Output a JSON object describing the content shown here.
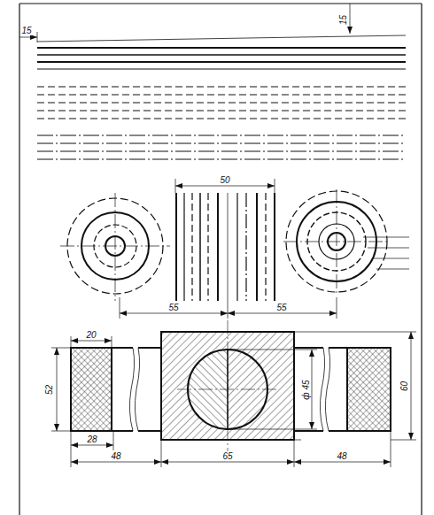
{
  "diagram": {
    "labels": [
      "15",
      "15",
      "50",
      "55",
      "55",
      "20",
      "52",
      "28",
      "48",
      "ф 45",
      "65",
      "60",
      "48"
    ]
  }
}
